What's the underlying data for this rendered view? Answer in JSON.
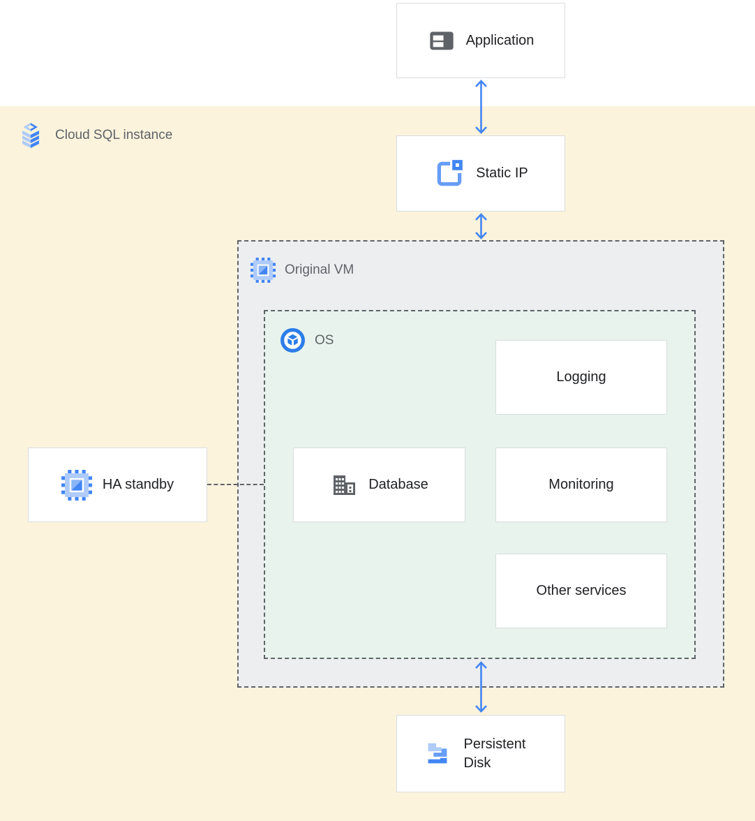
{
  "diagram": {
    "boundary": {
      "label": "Cloud SQL instance",
      "icon": "cloud-sql-icon",
      "background_color": "#FBF3DC"
    },
    "host_area": {
      "background_color": "#FFFFFF"
    },
    "groups": {
      "original_vm": {
        "label": "Original VM",
        "icon": "compute-engine-icon",
        "background_color": "#ECEEF0",
        "border_style": "dashed"
      },
      "os": {
        "label": "OS",
        "icon": "os-icon",
        "background_color": "#E7F3EC",
        "border_style": "dashed"
      }
    },
    "nodes": {
      "application": {
        "label": "Application",
        "icon": "application-icon"
      },
      "static_ip": {
        "label": "Static IP",
        "icon": "static-ip-icon"
      },
      "logging": {
        "label": "Logging"
      },
      "database": {
        "label": "Database",
        "icon": "database-icon"
      },
      "monitoring": {
        "label": "Monitoring"
      },
      "other_services": {
        "label": "Other services"
      },
      "ha_standby": {
        "label": "HA standby",
        "icon": "compute-engine-icon"
      },
      "persistent_disk": {
        "label": "Persistent Disk",
        "icon": "persistent-disk-icon"
      }
    },
    "connections": [
      {
        "from": "application",
        "to": "static_ip",
        "type": "bidirectional-arrow",
        "color": "#4285F4"
      },
      {
        "from": "static_ip",
        "to": "original_vm",
        "type": "bidirectional-arrow",
        "color": "#4285F4"
      },
      {
        "from": "os",
        "to": "persistent_disk",
        "type": "bidirectional-arrow",
        "color": "#4285F4"
      },
      {
        "from": "ha_standby",
        "to": "os",
        "type": "dashed-line",
        "color": "#5F6368"
      }
    ],
    "colors": {
      "arrow_blue": "#4285F4",
      "icon_blue": "#4285F4",
      "icon_mid_blue": "#669DF6",
      "icon_light_blue": "#AECBFA",
      "icon_pale_blue": "#8AB4F8",
      "icon_gray": "#5F6368",
      "node_border": "#DADCE0",
      "dashed_border": "#5F6368",
      "node_text": "#202124",
      "region_text": "#5F6368",
      "os_ring_blue": "#2B7DE9"
    }
  }
}
